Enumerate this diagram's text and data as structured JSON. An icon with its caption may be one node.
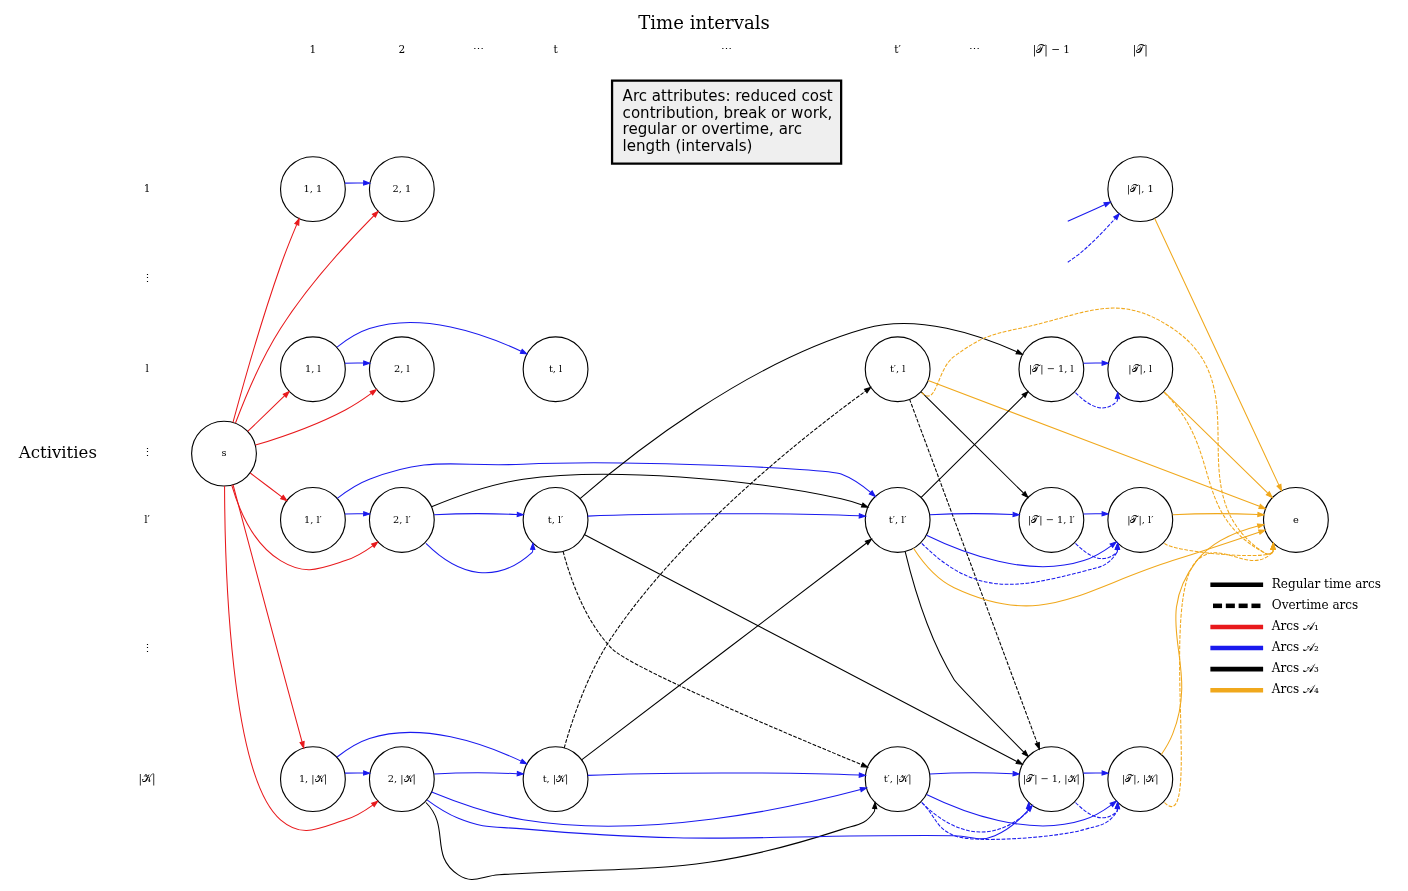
{
  "diagram": {
    "title": "Time intervals",
    "nodes": [
      {
        "text": [
          "s"
        ]
      },
      {
        "text": [
          "1, 1"
        ]
      },
      {
        "text": [
          "1, l"
        ]
      },
      {
        "text": [
          "1, l′"
        ]
      },
      {
        "text": [
          "1, |𝒦|"
        ]
      },
      {
        "text": [
          "2, 1"
        ]
      },
      {
        "text": [
          "2, l"
        ]
      },
      {
        "text": [
          "2, l′"
        ]
      },
      {
        "text": [
          "2, |𝒦|"
        ]
      },
      {
        "text": [
          "t, l"
        ]
      },
      {
        "text": [
          "t, l′"
        ]
      },
      {
        "text": [
          "t, |𝒦|"
        ]
      },
      {
        "text": [
          "t′, l"
        ]
      },
      {
        "text": [
          "t′, l′"
        ]
      },
      {
        "text": [
          "t′, |𝒦|"
        ]
      },
      {
        "text": [
          "|𝒯| − 1, l"
        ]
      },
      {
        "text": [
          "|𝒯| − 1, l′"
        ]
      },
      {
        "text": [
          "|𝒯| − 1, |𝒦|"
        ]
      },
      {
        "text": [
          "|𝒯|, 1"
        ]
      },
      {
        "text": [
          "|𝒯|, l"
        ]
      },
      {
        "text": [
          "|𝒯|, l′"
        ]
      },
      {
        "text": [
          "|𝒯|, |𝒦|"
        ]
      },
      {
        "text": [
          "e"
        ]
      },
      {
        "text": [
          "Arc attributes: reduced cost contribution, break or work, regular or overtime, arc length (intervals)"
        ]
      }
    ],
    "edges": [
      {
        "from": 0,
        "to": 1,
        "arrow": "to",
        "color": "#e8191c"
      },
      {
        "from": 0,
        "to": 5,
        "arrow": "to",
        "color": "#e8191c"
      },
      {
        "from": 0,
        "to": 2,
        "arrow": "to",
        "color": "#e8191c"
      },
      {
        "from": 0,
        "to": 6,
        "arrow": "to",
        "color": "#e8191c"
      },
      {
        "from": 0,
        "to": 3,
        "arrow": "to",
        "color": "#e8191c"
      },
      {
        "from": 0,
        "to": 7,
        "arrow": "to",
        "color": "#e8191c"
      },
      {
        "from": 0,
        "to": 4,
        "arrow": "to",
        "color": "#e8191c"
      },
      {
        "from": 0,
        "to": 8,
        "arrow": "to",
        "color": "#e8191c"
      },
      {
        "from": 1,
        "to": 5,
        "arrow": "to",
        "color": "#1a1aee"
      },
      {
        "from": 2,
        "to": 6,
        "arrow": "to",
        "color": "#1a1aee"
      },
      {
        "from": 3,
        "to": 7,
        "arrow": "to",
        "color": "#1a1aee"
      },
      {
        "from": 4,
        "to": 8,
        "arrow": "to",
        "color": "#1a1aee"
      },
      {
        "from": 2,
        "to": 9,
        "arrow": "to",
        "color": "#1a1aee"
      },
      {
        "from": 3,
        "to": 13,
        "arrow": "to",
        "color": "#1a1aee"
      },
      {
        "from": 4,
        "to": 11,
        "arrow": "to",
        "color": "#1a1aee"
      },
      {
        "from": 7,
        "to": 10,
        "arrow": "to",
        "color": "#1a1aee"
      },
      {
        "from": 7,
        "to": 10,
        "arrow": "to",
        "color": "#1a1aee"
      },
      {
        "from": 8,
        "to": 11,
        "arrow": "to",
        "color": "#1a1aee"
      },
      {
        "from": 8,
        "to": 14,
        "arrow": "to",
        "color": "#1a1aee"
      },
      {
        "from": 8,
        "to": 17,
        "arrow": "to",
        "color": "#1a1aee"
      },
      {
        "from": 10,
        "to": 13,
        "arrow": "to",
        "color": "#1a1aee"
      },
      {
        "from": 11,
        "to": 14,
        "arrow": "to",
        "color": "#1a1aee"
      },
      {
        "from": 13,
        "to": 16,
        "arrow": "to",
        "color": "#1a1aee"
      },
      {
        "from": 13,
        "to": 20,
        "arrow": "to",
        "color": "#1a1aee"
      },
      {
        "from": 13,
        "to": 20,
        "arrow": "to",
        "style": "dashed",
        "color": "#1a1aee"
      },
      {
        "from": 14,
        "to": 17,
        "arrow": "to",
        "color": "#1a1aee"
      },
      {
        "from": 14,
        "to": 17,
        "arrow": "to",
        "style": "dashed",
        "color": "#1a1aee"
      },
      {
        "from": 14,
        "to": 21,
        "arrow": "to",
        "color": "#1a1aee"
      },
      {
        "from": 14,
        "to": 21,
        "arrow": "to",
        "style": "dashed",
        "color": "#1a1aee"
      },
      {
        "from": 15,
        "to": 19,
        "arrow": "to",
        "color": "#1a1aee"
      },
      {
        "from": 15,
        "to": 19,
        "arrow": "to",
        "style": "dashed",
        "color": "#1a1aee"
      },
      {
        "from": 16,
        "to": 20,
        "arrow": "to",
        "color": "#1a1aee"
      },
      {
        "from": 16,
        "to": 20,
        "arrow": "to",
        "style": "dashed",
        "color": "#1a1aee"
      },
      {
        "from": 17,
        "to": 21,
        "arrow": "to",
        "color": "#1a1aee"
      },
      {
        "from": 17,
        "to": 21,
        "arrow": "to",
        "style": "dashed",
        "color": "#1a1aee"
      },
      {
        "from": null,
        "to": 18,
        "arrow": "to",
        "style": "dashed",
        "color": "#1a1aee"
      },
      {
        "from": null,
        "to": 18,
        "arrow": "to",
        "color": "#1a1aee"
      },
      {
        "from": 7,
        "to": 13,
        "arrow": "to",
        "color": "#000000"
      },
      {
        "from": 8,
        "to": 14,
        "arrow": "to",
        "color": "#000000"
      },
      {
        "from": 10,
        "to": 15,
        "arrow": "to",
        "color": "#000000"
      },
      {
        "from": 10,
        "to": 17,
        "arrow": "to",
        "color": "#000000"
      },
      {
        "from": 10,
        "to": 14,
        "arrow": "to",
        "style": "dashed",
        "color": "#000000"
      },
      {
        "from": 11,
        "to": 13,
        "arrow": "to",
        "color": "#000000"
      },
      {
        "from": 11,
        "to": 12,
        "arrow": "to",
        "style": "dashed",
        "color": "#000000"
      },
      {
        "from": 13,
        "to": 15,
        "arrow": "to",
        "color": "#000000"
      },
      {
        "from": 13,
        "to": 17,
        "arrow": "to",
        "color": "#000000"
      },
      {
        "from": 12,
        "to": 16,
        "arrow": "to",
        "color": "#000000"
      },
      {
        "from": 12,
        "to": 17,
        "arrow": "to",
        "style": "dashed",
        "color": "#000000"
      },
      {
        "from": 18,
        "to": 22,
        "arrow": "to",
        "color": "#f0a81c"
      },
      {
        "from": 19,
        "to": 22,
        "arrow": "to",
        "color": "#f0a81c"
      },
      {
        "from": 19,
        "to": 22,
        "arrow": "to",
        "style": "dashed",
        "color": "#f0a81c"
      },
      {
        "from": 12,
        "to": 22,
        "arrow": "to",
        "color": "#f0a81c"
      },
      {
        "from": 12,
        "to": 22,
        "arrow": "to",
        "style": "dashed",
        "color": "#f0a81c"
      },
      {
        "from": 13,
        "to": 22,
        "arrow": "to",
        "color": "#f0a81c"
      },
      {
        "from": 20,
        "to": 22,
        "arrow": "to",
        "color": "#f0a81c"
      },
      {
        "from": 20,
        "to": 22,
        "arrow": "to",
        "style": "dashed",
        "color": "#f0a81c"
      },
      {
        "from": 21,
        "to": 22,
        "arrow": "to",
        "color": "#f0a81c"
      },
      {
        "from": 21,
        "to": 22,
        "arrow": "to",
        "style": "dashed",
        "color": "#f0a81c"
      }
    ],
    "labels": [
      "Activities",
      "1",
      "2",
      "⋯",
      "t",
      "⋯",
      "t′",
      "⋯",
      "|𝒯| − 1",
      "|𝒯|",
      "1",
      "⋮",
      "l",
      "⋮",
      "l′",
      "⋮",
      "|𝒦|"
    ],
    "legend": [
      {
        "text": "Regular time arcs"
      },
      {
        "text": "Overtime arcs"
      },
      {
        "text": "Arcs 𝒜₁",
        "color": "#e8191c"
      },
      {
        "text": "Arcs 𝒜₂",
        "color": "#1a1aee"
      },
      {
        "text": "Arcs 𝒜₃",
        "color": "#000000"
      },
      {
        "text": "Arcs 𝒜₄",
        "color": "#f0a81c"
      }
    ]
  }
}
